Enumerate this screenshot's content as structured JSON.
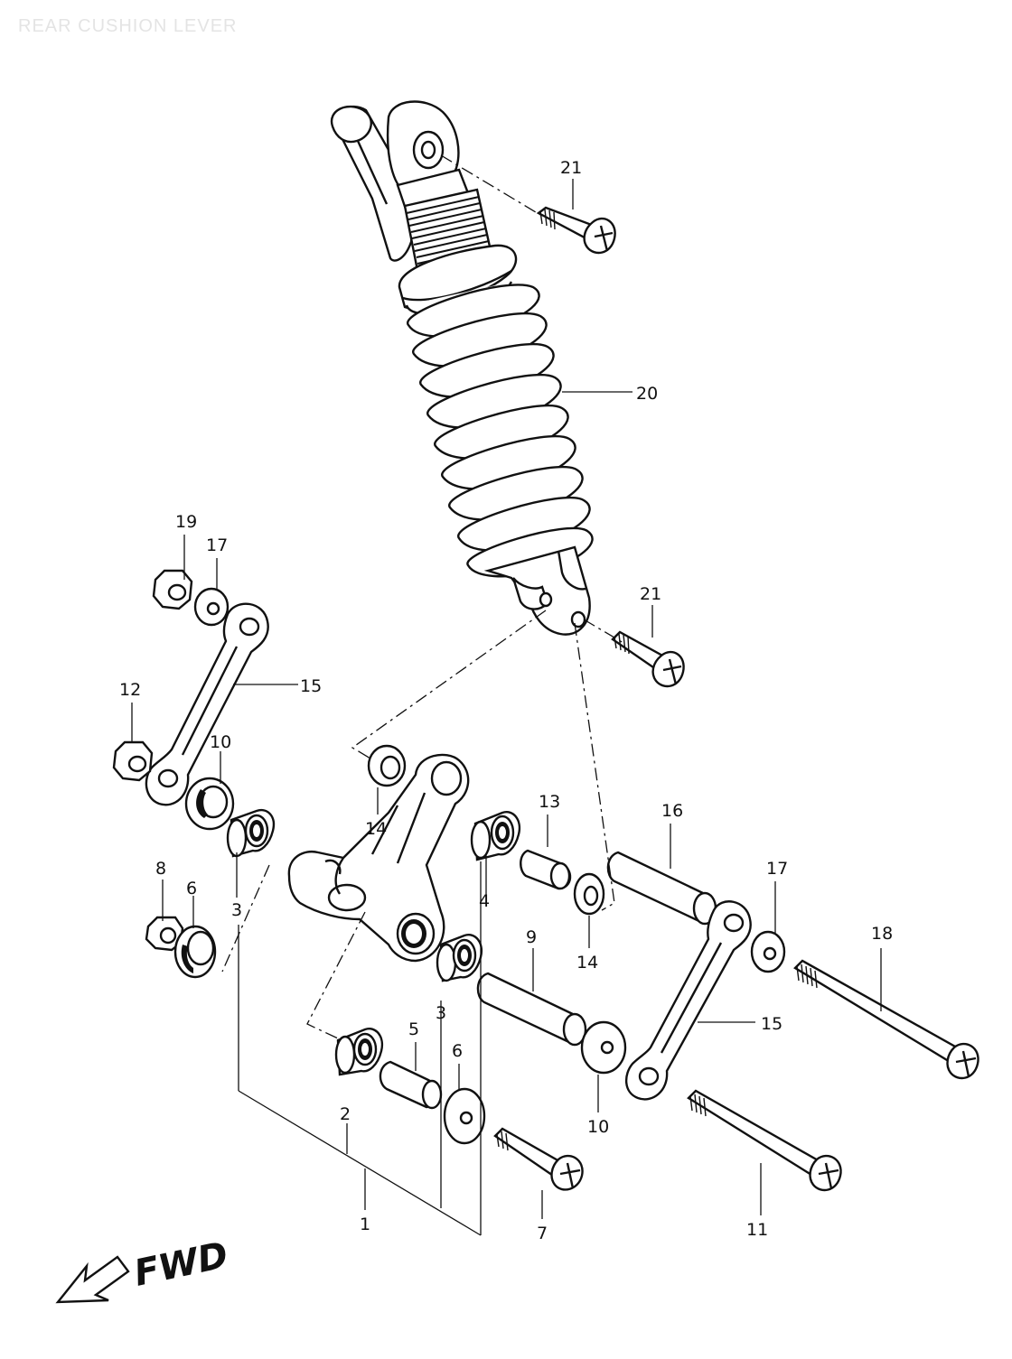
{
  "title": "REAR CUSHION LEVER",
  "direction_label": "FWD",
  "callouts": {
    "c1": "1",
    "c2": "2",
    "c3a": "3",
    "c3b": "3",
    "c4": "4",
    "c5": "5",
    "c6a": "6",
    "c6b": "6",
    "c7": "7",
    "c8": "8",
    "c9": "9",
    "c10a": "10",
    "c10b": "10",
    "c11": "11",
    "c12": "12",
    "c13": "13",
    "c14a": "14",
    "c14b": "14",
    "c15a": "15",
    "c15b": "15",
    "c16": "16",
    "c17a": "17",
    "c17b": "17",
    "c18": "18",
    "c19": "19",
    "c20": "20",
    "c21a": "21",
    "c21b": "21"
  }
}
